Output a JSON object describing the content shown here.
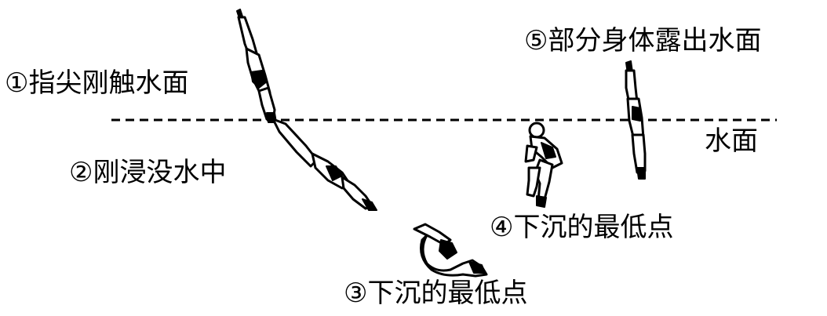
{
  "labels": {
    "stage1": "①指尖刚触水面",
    "stage2": "②刚浸没水中",
    "stage3": "③下沉的最低点",
    "stage4": "④下沉的最低点",
    "stage5": "⑤部分身体露出水面",
    "water_surface": "水面"
  },
  "colors": {
    "ink": "#000000",
    "background": "#ffffff"
  }
}
